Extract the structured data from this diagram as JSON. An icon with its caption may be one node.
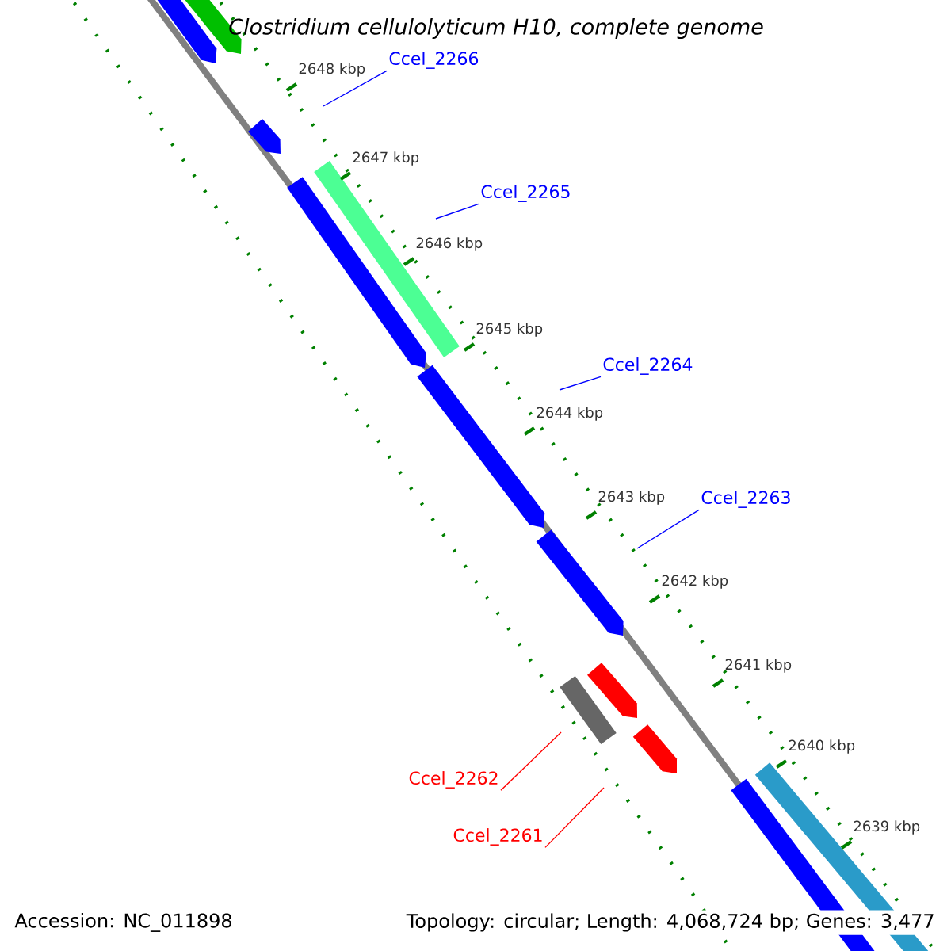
{
  "diagram": {
    "title": "*Clostridium cellulolyticum* H10, complete genome",
    "nodes": [
      {
        "text": [
          "Ccel_2266"
        ]
      },
      {
        "text": [
          "Ccel_2265"
        ]
      },
      {
        "text": [
          "Ccel_2264"
        ]
      },
      {
        "text": [
          "Ccel_2263"
        ]
      },
      {
        "text": [
          "Ccel_2262"
        ]
      },
      {
        "text": [
          "Ccel_2261"
        ]
      }
    ],
    "edges": [
      {
        "from": 0,
        "to": null,
        "arrow": "none"
      },
      {
        "from": 1,
        "to": null,
        "arrow": "none"
      },
      {
        "from": 2,
        "to": null,
        "arrow": "none"
      },
      {
        "from": 3,
        "to": null,
        "arrow": "none"
      },
      {
        "from": 4,
        "to": null,
        "arrow": "none",
        "color": "#ff0000"
      },
      {
        "from": 5,
        "to": null,
        "arrow": "none",
        "color": "#ff0000"
      }
    ],
    "labels": [
      "2648 kbp",
      "2647 kbp",
      "2646 kbp",
      "2645 kbp",
      "2644 kbp",
      "2643 kbp",
      "2642 kbp",
      "2641 kbp",
      "2640 kbp",
      "2639 kbp",
      "Accession: NC_011898",
      "Topology: circular; Length: 4,068,724 bp; Genes: 3,477"
    ]
  }
}
